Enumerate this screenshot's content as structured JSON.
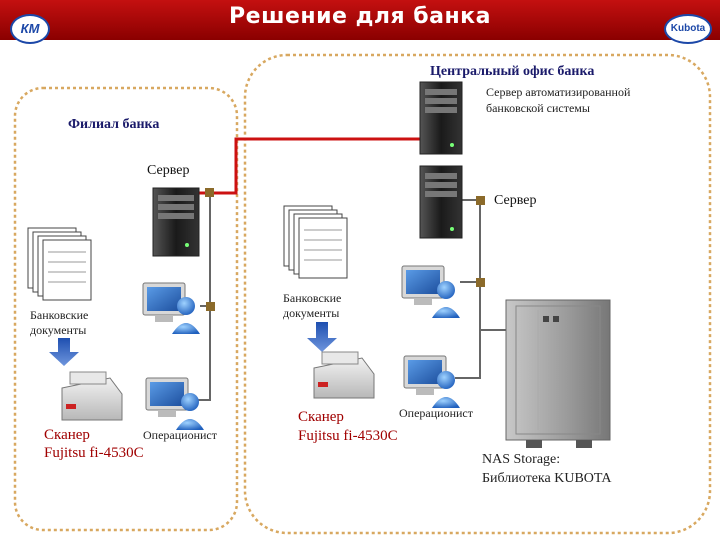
{
  "header": {
    "title": "Решение для банка",
    "logo_left": "КМ",
    "logo_right": "Kubota"
  },
  "branch": {
    "title": "Филиал банка",
    "server_label": "Сервер",
    "docs_label": "Банковские документы",
    "scanner_label": "Сканер",
    "scanner_model": "Fujitsu fi-4530C",
    "operator_label": "Операционист"
  },
  "central": {
    "title": "Центральный офис банка",
    "server1_label": "Сервер автоматизированной банковской системы",
    "server2_label": "Сервер",
    "docs_label": "Банковские документы",
    "scanner_label": "Сканер",
    "scanner_model": "Fujitsu fi-4530C",
    "operator_label": "Операционист",
    "nas_label": "NAS Storage:",
    "nas_sub": "Библиотека KUBOTA"
  },
  "colors": {
    "header": "#b00000",
    "link_line": "#cc1111",
    "gray_line": "#666666",
    "boundary": "#d8a860"
  }
}
